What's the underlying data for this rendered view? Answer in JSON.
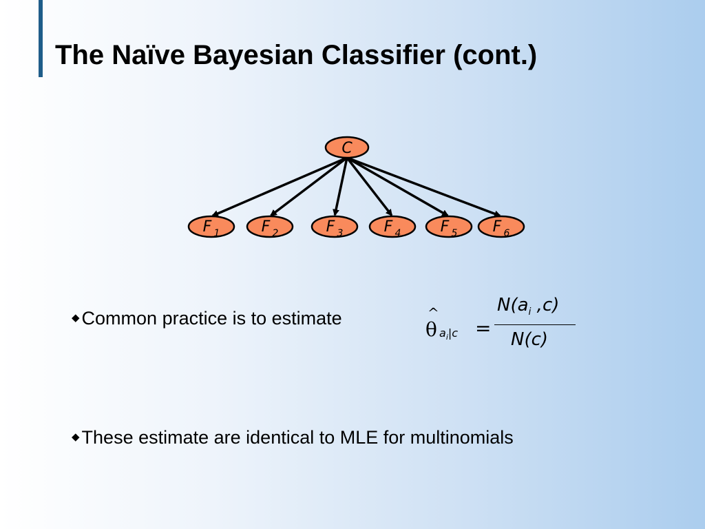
{
  "slide": {
    "title": "The Naïve Bayesian Classifier (cont.)"
  },
  "network": {
    "root": {
      "label": "C"
    },
    "children": [
      {
        "label": "F",
        "sub": "1"
      },
      {
        "label": "F",
        "sub": "2"
      },
      {
        "label": "F",
        "sub": "3"
      },
      {
        "label": "F",
        "sub": "4"
      },
      {
        "label": "F",
        "sub": "5"
      },
      {
        "label": "F",
        "sub": "6"
      }
    ],
    "node_fill": "#f98a5c"
  },
  "bullets": [
    {
      "marker": "◆",
      "text": "Common practice is to estimate"
    },
    {
      "marker": "◆",
      "text": "These estimate are identical to MLE for multinomials"
    }
  ],
  "formula": {
    "hat": "^",
    "symbol": "θ",
    "subscript_var": "a",
    "subscript_index": "i",
    "subscript_rest": "|c",
    "equals": "=",
    "numerator_prefix": "N(a",
    "numerator_index": "i",
    "numerator_suffix": " ,c)",
    "denominator": "N(c)"
  }
}
